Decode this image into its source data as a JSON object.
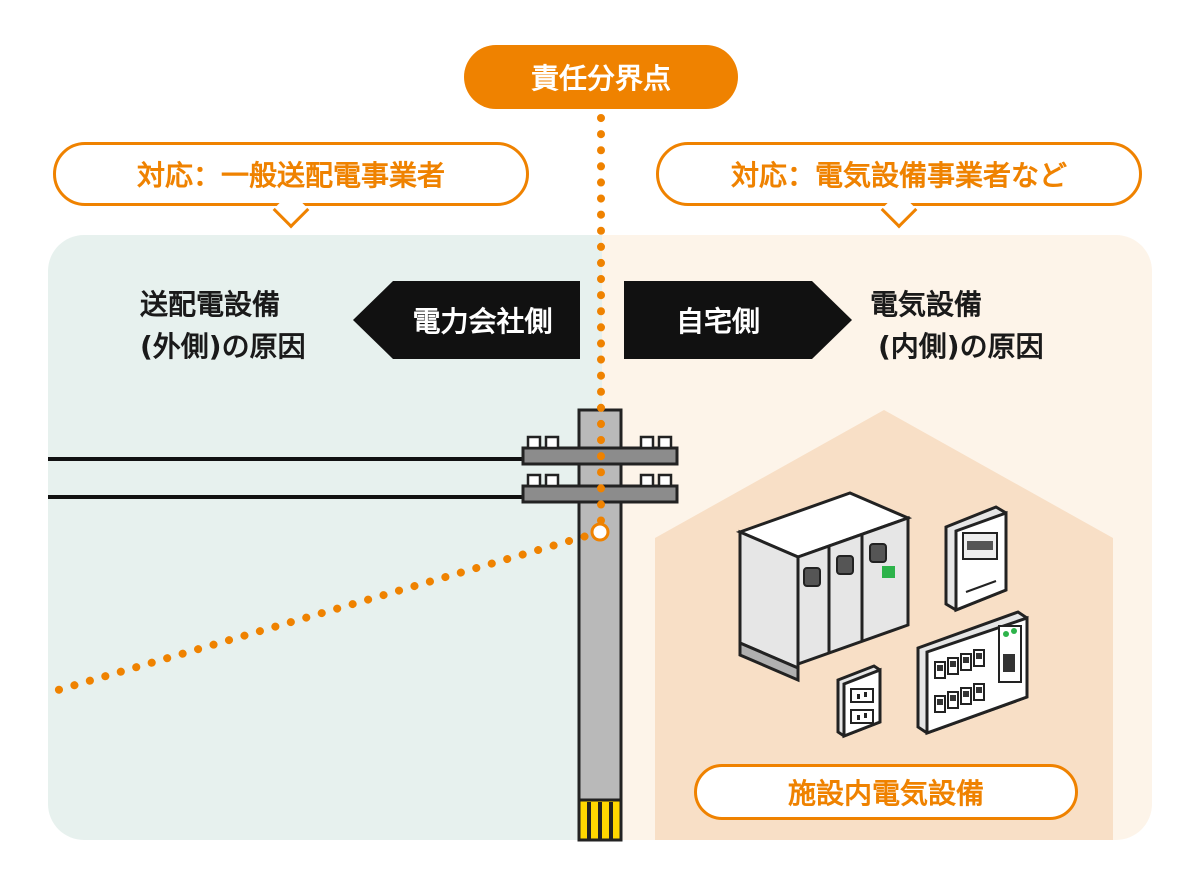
{
  "boundary_label": "責任分界点",
  "left": {
    "responder": "対応：一般送配電事業者",
    "side_label": "電力会社側",
    "cause_line1": "送配電設備",
    "cause_line2": "(外側)の原因"
  },
  "right": {
    "responder": "対応：電気設備事業者など",
    "side_label": "自宅側",
    "cause_line1": "電気設備",
    "cause_line2": "(内側)の原因",
    "equipment_label": "施設内電気設備"
  },
  "colors": {
    "accent": "#ef8200",
    "left_bg": "#e7f1ee",
    "right_bg": "#fdf4e9",
    "house_bg": "#f8dfc6",
    "arrow": "#111111"
  }
}
